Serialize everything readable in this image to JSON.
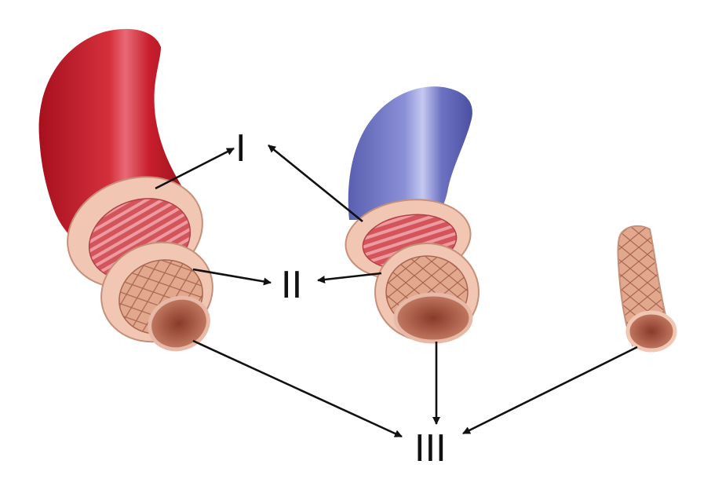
{
  "labels": {
    "outer_layer": "I",
    "middle_layer": "II",
    "inner_layer": "III"
  },
  "colors": {
    "artery": "#c4202e",
    "vein": "#6f74c4",
    "capillary_tissue": "#e6b8a8",
    "outer_tunic": "#f1c7b4",
    "muscle_layer": "#d9646a",
    "endothelium": "#c98a74",
    "arrow": "#111111"
  },
  "vessels": [
    "artery",
    "vein",
    "capillary"
  ]
}
